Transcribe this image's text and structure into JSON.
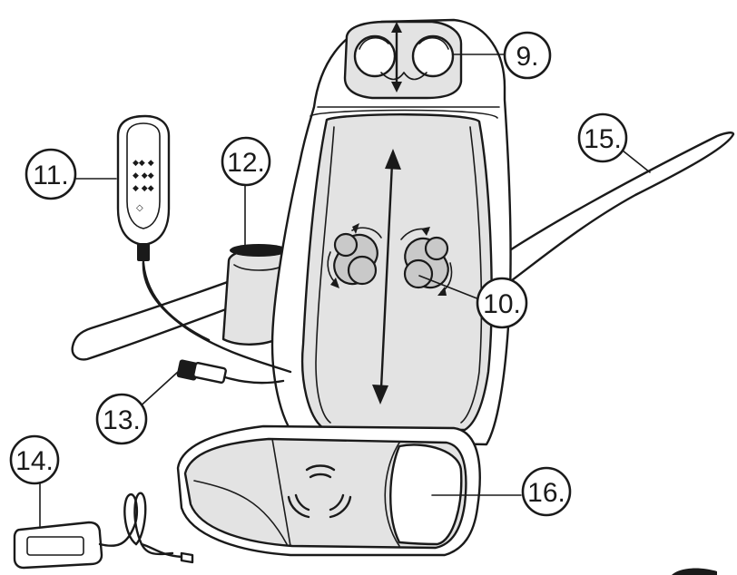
{
  "callouts": [
    {
      "id": "9",
      "text": "9."
    },
    {
      "id": "10",
      "text": "10."
    },
    {
      "id": "11",
      "text": "11."
    },
    {
      "id": "12",
      "text": "12."
    },
    {
      "id": "13",
      "text": "13."
    },
    {
      "id": "14",
      "text": "14."
    },
    {
      "id": "15",
      "text": "15."
    },
    {
      "id": "16",
      "text": "16."
    }
  ]
}
